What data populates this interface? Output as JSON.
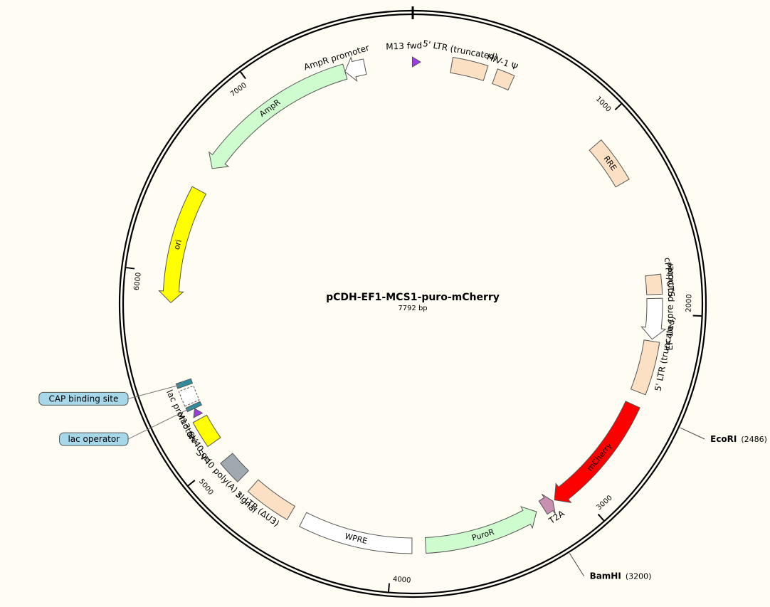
{
  "plasmid": {
    "name": "pCDH-EF1-MCS1-puro-mCherry",
    "length_label": "7792 bp",
    "length": 7792
  },
  "ticks": [
    {
      "bp": 1000,
      "label": "1000"
    },
    {
      "bp": 2000,
      "label": "2000"
    },
    {
      "bp": 3000,
      "label": "3000"
    },
    {
      "bp": 4000,
      "label": "4000"
    },
    {
      "bp": 5000,
      "label": "5000"
    },
    {
      "bp": 6000,
      "label": "6000"
    },
    {
      "bp": 7000,
      "label": "7000"
    }
  ],
  "features": [
    {
      "id": "m13-fwd",
      "label": "M13 fwd",
      "start": 7790,
      "end": 22,
      "color": "#9a3ee0",
      "kind": "primer",
      "label_mode": "outside",
      "label_bp": 7750
    },
    {
      "id": "ltr5-trunc-top",
      "label": "5' LTR (truncated)",
      "start": 200,
      "end": 380,
      "color": "#fbe0c4",
      "kind": "box",
      "label_mode": "outside",
      "label_bp": 230
    },
    {
      "id": "hiv1-psi",
      "label": "HIV-1 Ψ",
      "start": 430,
      "end": 520,
      "color": "#fbe0c4",
      "kind": "box",
      "label_mode": "outside",
      "label_bp": 440
    },
    {
      "id": "rre",
      "label": "RRE",
      "start": 1060,
      "end": 1300,
      "color": "#fbe0c4",
      "kind": "box",
      "label_mode": "inside"
    },
    {
      "id": "cppt-cts",
      "label": "cPPT/CTS",
      "start": 1800,
      "end": 1900,
      "color": "#fbe0c4",
      "kind": "box",
      "label_mode": "outside",
      "label_bp": 1820
    },
    {
      "id": "ef1a-core-promoter",
      "label": "EF-1α core promoter",
      "start": 1920,
      "end": 2130,
      "color": "#ffffff",
      "kind": "arrow",
      "dir": 1,
      "label_mode": "outside",
      "label_bp": 1960
    },
    {
      "id": "ltr5-trunc-right",
      "label": "5' LTR (truncated)",
      "start": 2140,
      "end": 2410,
      "color": "#fbe0c4",
      "kind": "box",
      "label_mode": "outside",
      "label_bp": 2190
    },
    {
      "id": "mcherry",
      "label": "mCherry",
      "start": 2480,
      "end": 3120,
      "color": "#ff0000",
      "kind": "arrow",
      "dir": 1,
      "label_mode": "inside",
      "label_color": "#ffffff"
    },
    {
      "id": "t2a",
      "label": "T2A",
      "start": 3130,
      "end": 3190,
      "color": "#c890b0",
      "kind": "arrow",
      "dir": -1,
      "label_mode": "outside",
      "label_bp": 3160
    },
    {
      "id": "puror",
      "label": "PuroR",
      "start": 3230,
      "end": 3830,
      "color": "#cffccf",
      "kind": "arrow",
      "dir": -1,
      "label_mode": "inside"
    },
    {
      "id": "wpre",
      "label": "WPRE",
      "start": 3900,
      "end": 4480,
      "color": "#ffffff",
      "kind": "box",
      "label_mode": "inside"
    },
    {
      "id": "ltr3-du3",
      "label": "3' LTR (ΔU3)",
      "start": 4550,
      "end": 4790,
      "color": "#fbe0c4",
      "kind": "box",
      "label_mode": "outside",
      "label_bp": 4700
    },
    {
      "id": "sv40-polya",
      "label": "SV40 poly(A) signal",
      "start": 4860,
      "end": 4985,
      "color": "#a0a8b0",
      "kind": "box",
      "label_mode": "outside",
      "label_bp": 4900
    },
    {
      "id": "sv40-ori",
      "label": "SV40 ori",
      "start": 5090,
      "end": 5230,
      "color": "#ffff00",
      "kind": "box",
      "label_mode": "outside",
      "label_bp": 5110
    },
    {
      "id": "m13-rev",
      "label": "M13 rev",
      "start": 5250,
      "end": 5268,
      "color": "#9a3ee0",
      "kind": "primer",
      "label_mode": "outside",
      "label_bp": 5220
    },
    {
      "id": "lac-operator",
      "label": "lac operator",
      "start": 5290,
      "end": 5310,
      "color": "#2e8ea0",
      "kind": "box",
      "label_mode": "none"
    },
    {
      "id": "lac-promoter",
      "label": "lac promoter",
      "start": 5320,
      "end": 5400,
      "color": "#ffffff",
      "kind": "dashed",
      "label_mode": "outside",
      "label_bp": 5290
    },
    {
      "id": "cap-binding-site",
      "label": "CAP binding site",
      "start": 5415,
      "end": 5440,
      "color": "#2e8ea0",
      "kind": "box",
      "label_mode": "none"
    },
    {
      "id": "ori",
      "label": "ori",
      "start": 5850,
      "end": 6450,
      "color": "#ffff00",
      "kind": "arrow",
      "dir": -1,
      "label_mode": "inside"
    },
    {
      "id": "ampr",
      "label": "AmpR",
      "start": 6580,
      "end": 7440,
      "color": "#cffccf",
      "kind": "arrow",
      "dir": -1,
      "label_mode": "inside"
    },
    {
      "id": "ampr-promoter",
      "label": "AmpR promoter",
      "start": 7440,
      "end": 7545,
      "color": "#ffffff",
      "kind": "arrow",
      "dir": -1,
      "label_mode": "outside",
      "label_bp": 7420
    }
  ],
  "restriction_sites": [
    {
      "id": "ecori",
      "name": "EcoRI",
      "position": "(2486)",
      "bp": 2486
    },
    {
      "id": "bamhi",
      "name": "BamHI",
      "position": "(3200)",
      "bp": 3200
    }
  ],
  "callouts": [
    {
      "id": "cap-binding-site",
      "label": "CAP binding site"
    },
    {
      "id": "lac-operator",
      "label": "lac operator"
    }
  ],
  "colors": {
    "background": "#fffcf3",
    "backbone": "#000000",
    "callout_fill": "#a6d8ea"
  }
}
